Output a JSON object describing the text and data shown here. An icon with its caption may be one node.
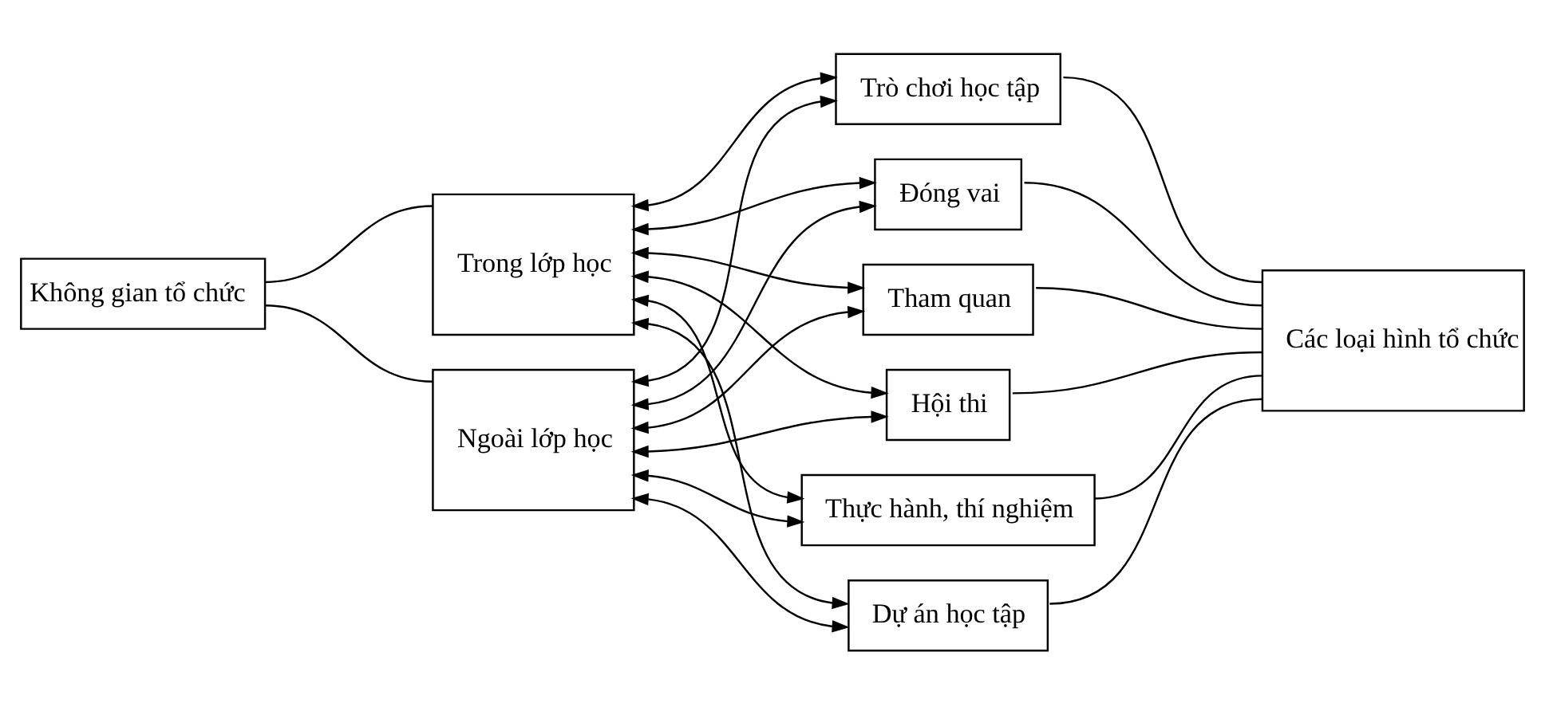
{
  "diagram": {
    "nodes": [
      {
        "text": [
          "Không gian tổ chức"
        ]
      },
      {
        "text": [
          "Trong lớp học"
        ]
      },
      {
        "text": [
          "Ngoài lớp học"
        ]
      },
      {
        "text": [
          "Trò chơi học tập"
        ]
      },
      {
        "text": [
          "Đóng vai"
        ]
      },
      {
        "text": [
          "Tham quan"
        ]
      },
      {
        "text": [
          "Hội thi"
        ]
      },
      {
        "text": [
          "Thực hành, thí nghiệm"
        ]
      },
      {
        "text": [
          "Dự án học tập"
        ]
      },
      {
        "text": [
          "Các loại hình tổ chức"
        ]
      }
    ],
    "edges": [
      {
        "from": 0,
        "to": 1,
        "arrow": "none"
      },
      {
        "from": 0,
        "to": 2,
        "arrow": "none"
      },
      {
        "from": 1,
        "to": 3,
        "arrow": "both"
      },
      {
        "from": 1,
        "to": 4,
        "arrow": "both"
      },
      {
        "from": 1,
        "to": 5,
        "arrow": "both"
      },
      {
        "from": 1,
        "to": 6,
        "arrow": "both"
      },
      {
        "from": 1,
        "to": 7,
        "arrow": "both"
      },
      {
        "from": 1,
        "to": 8,
        "arrow": "both"
      },
      {
        "from": 2,
        "to": 3,
        "arrow": "both"
      },
      {
        "from": 2,
        "to": 4,
        "arrow": "both"
      },
      {
        "from": 2,
        "to": 5,
        "arrow": "both"
      },
      {
        "from": 2,
        "to": 6,
        "arrow": "both"
      },
      {
        "from": 2,
        "to": 7,
        "arrow": "both"
      },
      {
        "from": 2,
        "to": 8,
        "arrow": "both"
      },
      {
        "from": 3,
        "to": 9,
        "arrow": "none"
      },
      {
        "from": 4,
        "to": 9,
        "arrow": "none"
      },
      {
        "from": 5,
        "to": 9,
        "arrow": "none"
      },
      {
        "from": 6,
        "to": 9,
        "arrow": "none"
      },
      {
        "from": 7,
        "to": 9,
        "arrow": "none"
      },
      {
        "from": 8,
        "to": 9,
        "arrow": "none"
      }
    ]
  }
}
